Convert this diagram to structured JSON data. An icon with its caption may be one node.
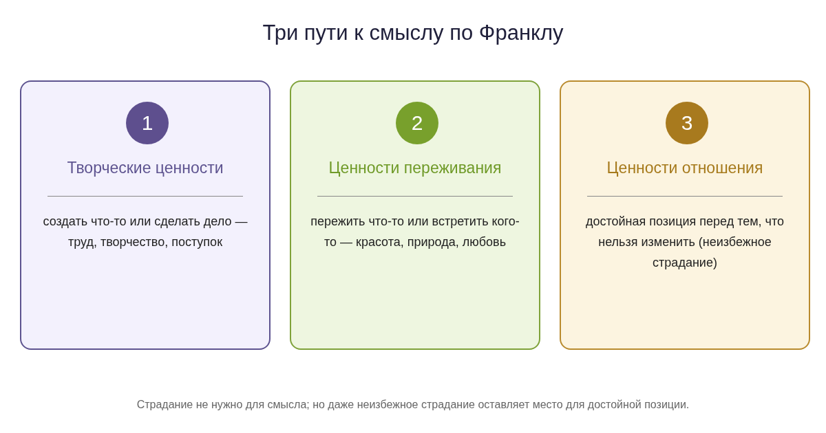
{
  "diagram": {
    "title": "Три пути к смыслу по Франклу",
    "nodes": [
      {
        "text": [
          "Творческие ценности",
          "создать что-то или сделать дело — труд, творчество, поступок"
        ]
      },
      {
        "text": [
          "1"
        ],
        "in": 0
      },
      {
        "text": [
          "Ценности переживания",
          "пережить что-то или встретить кого-то — красота, природа, любовь"
        ]
      },
      {
        "text": [
          "2"
        ],
        "in": 2
      },
      {
        "text": [
          "Ценности отношения",
          "достойная позиция перед тем, что нельзя изменить (неизбежное страдание)"
        ]
      },
      {
        "text": [
          "3"
        ],
        "in": 4
      }
    ],
    "caption": "Страдание не нужно для смысла; но даже неизбежное страдание оставляет место для достойной позиции."
  }
}
